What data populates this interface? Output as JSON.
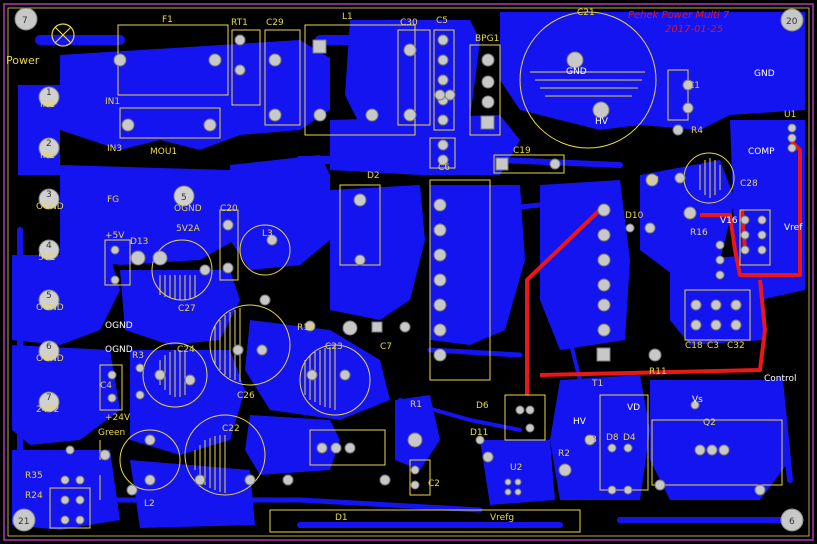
{
  "title": {
    "line1": "Pehek Power Multi 7",
    "line2": "2017-01-25"
  },
  "corners": {
    "top_left": "7",
    "top_right": "20",
    "bottom_left": "21",
    "bottom_right": "6"
  },
  "connector": {
    "label": "Power",
    "pins": [
      {
        "num": "1",
        "label": "IN1"
      },
      {
        "num": "2",
        "label": "IN2"
      },
      {
        "num": "3",
        "label": "OGND"
      },
      {
        "num": "4",
        "label": "5V2"
      },
      {
        "num": "5",
        "label": "OGND"
      },
      {
        "num": "6",
        "label": "OGND"
      },
      {
        "num": "7",
        "label": "24V2"
      }
    ]
  },
  "components": {
    "F1": "F1",
    "RT1": "RT1",
    "C29": "C29",
    "L1": "L1",
    "C30": "C30",
    "C5": "C5",
    "BPG1": "BPG1",
    "C21": "C21",
    "C1": "C1",
    "R4": "R4",
    "U1": "U1",
    "IN1": "IN1",
    "IN3": "IN3",
    "MOU1": "MOU1",
    "C6": "C6",
    "C19": "C19",
    "D2": "D2",
    "FG": "FG",
    "C20": "C20",
    "L3": "L3",
    "plus5V": "+5V",
    "D13": "D13",
    "fuse_rating": "5V2A",
    "C27": "C27",
    "OGND1": "OGND",
    "OGND2": "OGND",
    "R10": "R10",
    "C7": "C7",
    "C28": "C28",
    "R7": "R7",
    "D10": "D10",
    "R16": "R16",
    "C4": "C4",
    "R3": "R3",
    "C24": "C24",
    "C26": "C26",
    "C23": "C23",
    "C18": "C18",
    "C3": "C3",
    "C32": "C32",
    "R11": "R11",
    "T1": "T1",
    "D6": "D6",
    "D11": "D11",
    "R1": "R1",
    "HV": "HV",
    "VD": "VD",
    "Vs": "Vs",
    "Q2": "Q2",
    "plus24V": "+24V",
    "Green": "Green",
    "C22": "C22",
    "L2": "L2",
    "D1": "D1",
    "C2": "C2",
    "U2": "U2",
    "R2": "R2",
    "D8": "D8",
    "D4": "D4",
    "R35": "R35",
    "R24": "R24",
    "Vrefg": "Vrefg",
    "GND": "GND",
    "COMP": "COMP",
    "Vref": "Vref",
    "Control": "Control",
    "C21_gnd": "GND",
    "C21_hv": "HV",
    "V16": "V16"
  },
  "colors": {
    "background": "#000000",
    "copper": "#1414f0",
    "copper_dark": "#0b0bc8",
    "silkscreen": "#e8d84a",
    "red_trace": "#e81818",
    "pad": "#c8c8c8",
    "outline": "#b03ab0"
  }
}
